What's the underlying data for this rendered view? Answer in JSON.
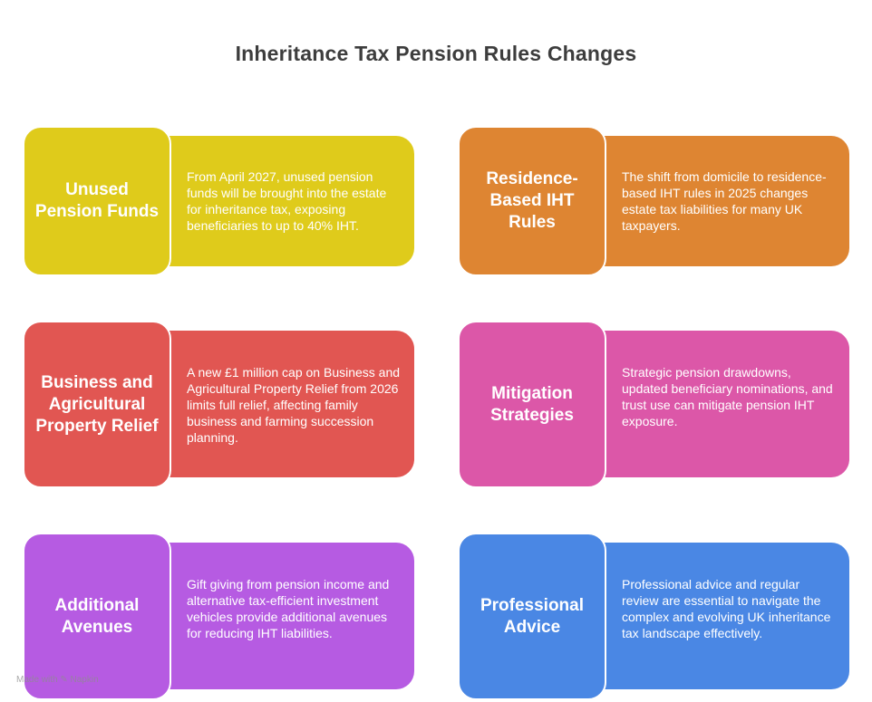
{
  "title": "Inheritance Tax Pension Rules Changes",
  "watermark": "Made with ✎ Napkin",
  "cards": [
    {
      "heading": "Unused Pension Funds",
      "description": "From April 2027, unused pension funds will be brought into the estate for inheritance tax, exposing beneficiaries to up to 40% IHT.",
      "color": "#dfcb1b"
    },
    {
      "heading": "Residence-Based IHT Rules",
      "description": "The shift from domicile to residence-based IHT rules in 2025 changes estate tax liabilities for many UK taxpayers.",
      "color": "#de8532"
    },
    {
      "heading": "Business and Agricultural Property Relief",
      "description": "A new £1 million cap on Business and Agricultural Property Relief from 2026 limits full relief, affecting family business and farming succession planning.",
      "color": "#e15652"
    },
    {
      "heading": "Mitigation Strategies",
      "description": "Strategic pension drawdowns, updated beneficiary nominations, and trust use can mitigate pension IHT exposure.",
      "color": "#dc57a8"
    },
    {
      "heading": "Additional Avenues",
      "description": "Gift giving from pension income and alternative tax-efficient investment vehicles provide additional avenues for reducing IHT liabilities.",
      "color": "#b65be2"
    },
    {
      "heading": "Professional Advice",
      "description": "Professional advice and regular review are essential to navigate the complex and evolving UK inheritance tax landscape effectively.",
      "color": "#4a87e4"
    }
  ]
}
